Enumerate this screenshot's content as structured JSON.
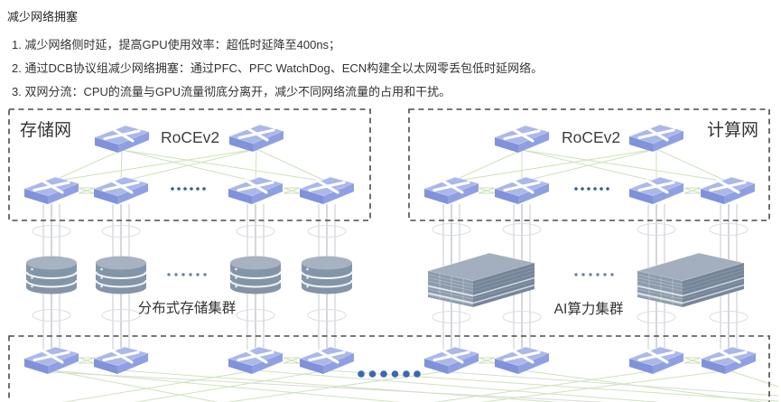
{
  "page": {
    "title": "减少网络拥塞",
    "points": [
      "1. 减少网络侧时延，提高GPU使用效率：超低时延降至400ns；",
      "2. 通过DCB协议组减少网络拥塞：通过PFC、PFC WatchDog、ECN构建全以太网零丢包低时延网络。",
      "3. 双网分流：CPU的流量与GPU流量彻底分离开，减少不同网络流量的占用和干扰。"
    ]
  },
  "diagram": {
    "storage_zone": {
      "label": "存储网",
      "protocol": "RoCEv2"
    },
    "compute_zone": {
      "label": "计算网",
      "protocol": "RoCEv2"
    },
    "storage_cluster_label": "分布式存储集群",
    "ai_cluster_label": "AI算力集群",
    "colors": {
      "switch_top": "#aab8ea",
      "switch_front": "#8092da",
      "switch_side": "#8fa0e2",
      "server_top": "#a3afbe",
      "server_front": "#8d9bac",
      "server_side": "#76869a",
      "storage_body": "#8595a9",
      "storage_top": "#a7b3c3",
      "link_green": "#cfe3bd",
      "wire_gray": "#c6cad0",
      "dot_blue": "#2e5f9e",
      "dot_navy": "#3a68b2",
      "dot_gray": "#72839c",
      "border_dark": "#4a4a4a",
      "text_dark": "#333333"
    }
  }
}
